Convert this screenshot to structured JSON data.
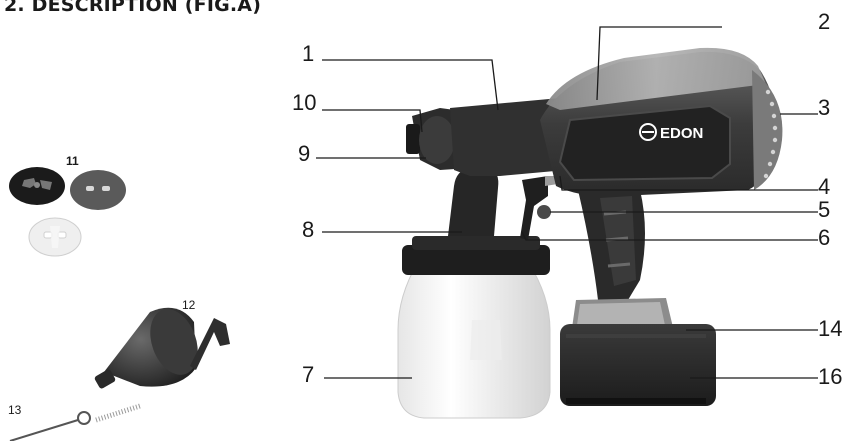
{
  "heading": "2. DESCRIPTION (FIG.A)",
  "brand_logo_text": "EDON",
  "callouts": {
    "c1": "1",
    "c2": "2",
    "c3": "3",
    "c4": "4",
    "c5": "5",
    "c6": "6",
    "c7": "7",
    "c8": "8",
    "c9": "9",
    "c10": "10",
    "c11": "11",
    "c12": "12",
    "c13": "13",
    "c14": "14",
    "c16": "16"
  }
}
